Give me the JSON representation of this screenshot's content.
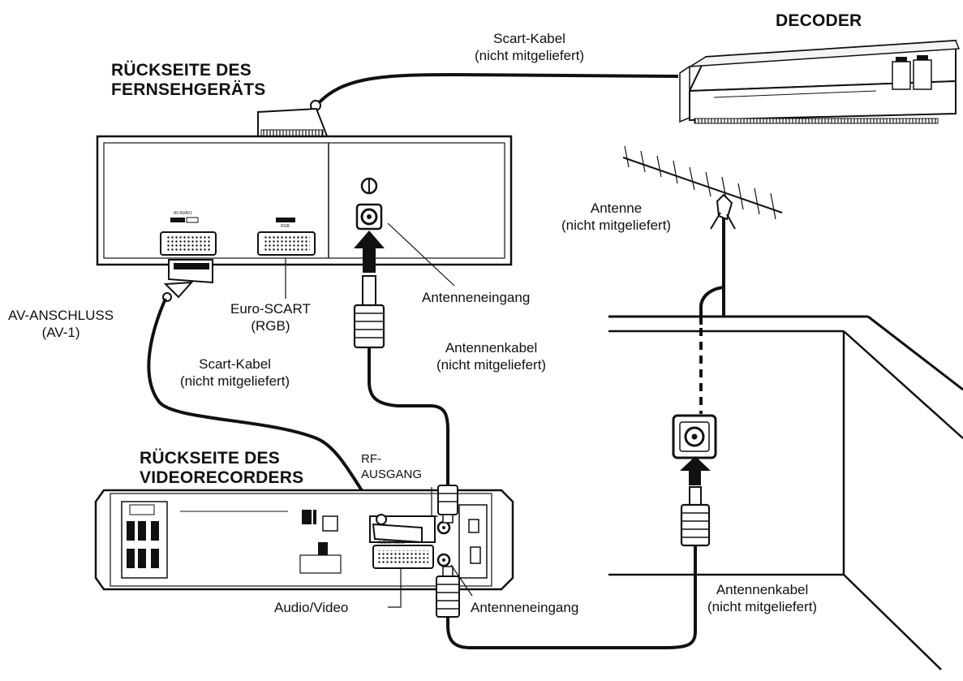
{
  "labels": {
    "decoder": "DECODER",
    "scart_top_1": "Scart-Kabel",
    "scart_top_2": "(nicht mitgeliefert)",
    "tv_rear_1": "RÜCKSEITE DES",
    "tv_rear_2": "FERNSEHGERÄTS",
    "antenne_1": "Antenne",
    "antenne_2": "(nicht mitgeliefert)",
    "antenneneingang_tv": "Antenneneingang",
    "av_1": "AV-ANSCHLUSS",
    "av_2": "(AV-1)",
    "euro_1": "Euro-SCART",
    "euro_2": "(RGB)",
    "antkabel_mid_1": "Antennenkabel",
    "antkabel_mid_2": "(nicht mitgeliefert)",
    "scart_mid_1": "Scart-Kabel",
    "scart_mid_2": "(nicht mitgeliefert)",
    "vcr_rear_1": "RÜCKSEITE DES",
    "vcr_rear_2": "VIDEORECORDERS",
    "rf_1": "RF-",
    "rf_2": "AUSGANG",
    "audio_video": "Audio/Video",
    "antenneneingang_vcr": "Antenneneingang",
    "antkabel_right_1": "Antennenkabel",
    "antkabel_right_2": "(nicht mitgeliefert)"
  },
  "panel_marks": {
    "tv_av_socket": "AV-IN/AV1",
    "tv_rgb_socket": "RGB",
    "vcr_av_socket": "AUDIO/VIDEO"
  },
  "colors": {
    "ink": "#111111",
    "paper": "#ffffff"
  }
}
